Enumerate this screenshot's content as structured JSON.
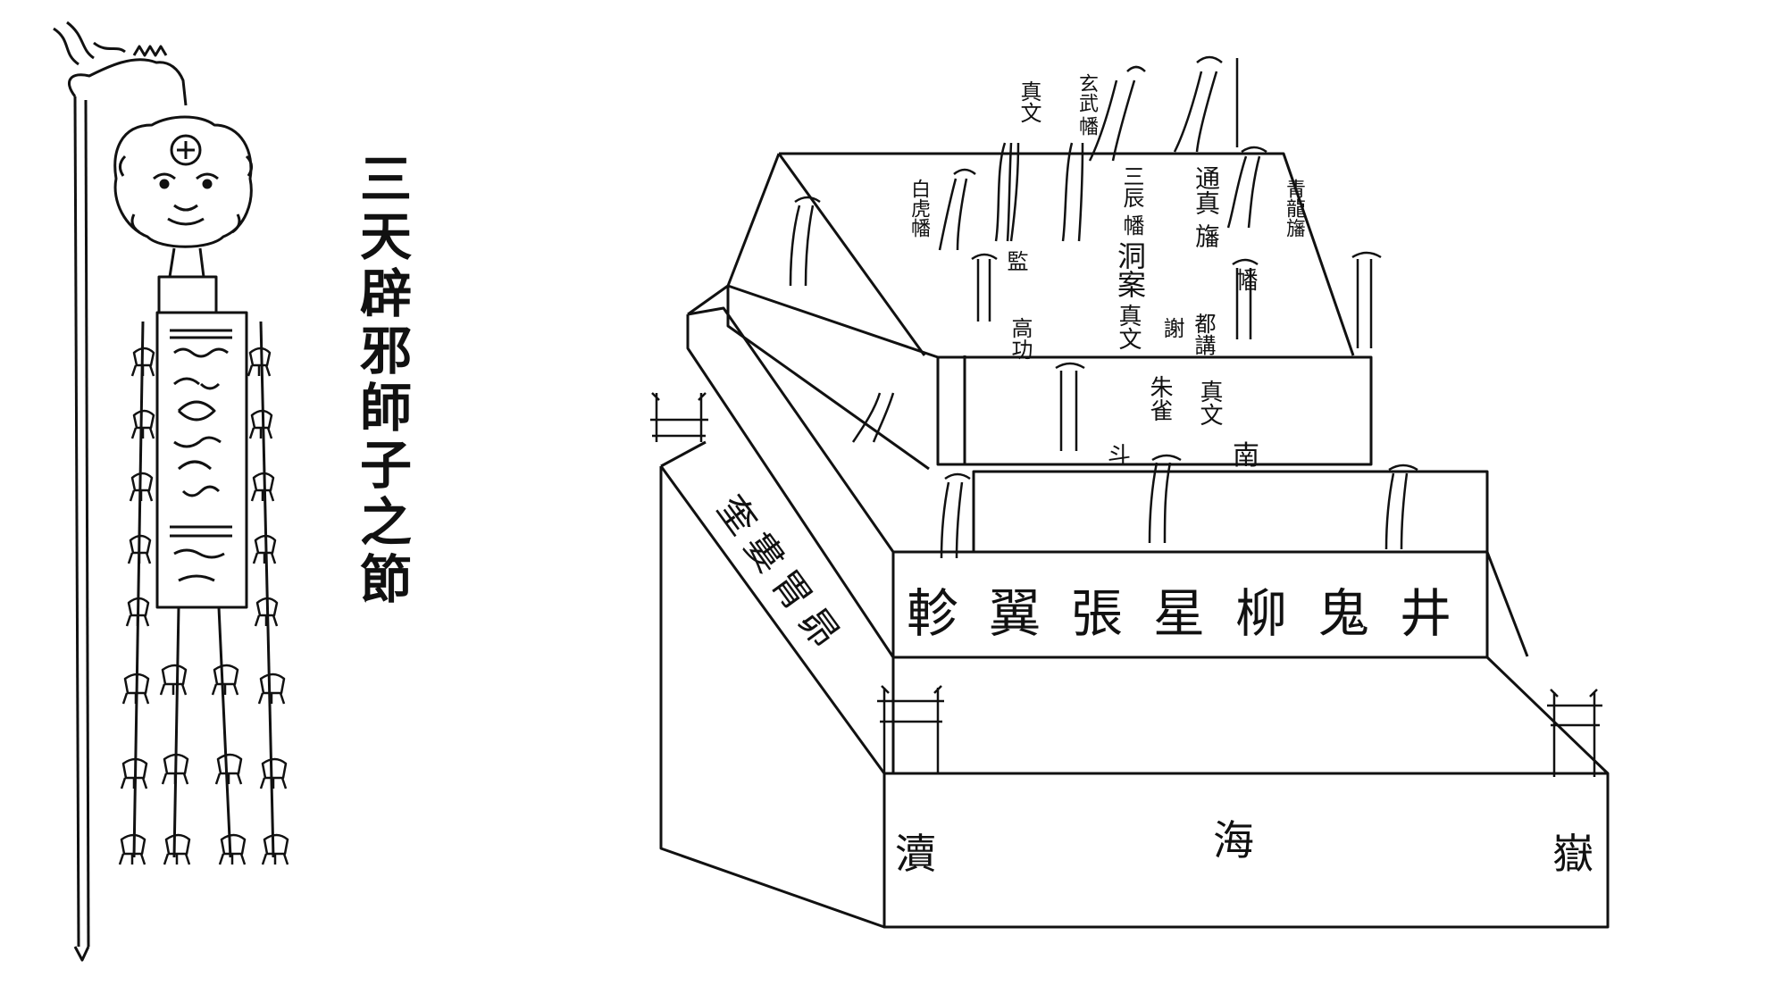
{
  "caption": "三天辟邪師子之節",
  "altar": {
    "lowest_tier": {
      "left": "瀆",
      "center": "海",
      "right": "嶽"
    },
    "middle_tier_front": "軫翼張星柳鬼井",
    "middle_tier_side": "奎婁胃昴",
    "upper_tier": {
      "zhuque": "朱雀",
      "zhenwen": "真文",
      "nan": "南",
      "dou": "斗"
    },
    "top_banners": [
      "真文",
      "玄武",
      "幡",
      "通真",
      "旛",
      "青龍旛",
      "白虎幡",
      "三辰",
      "幡",
      "洞案",
      "真文",
      "幡",
      "謝",
      "高功",
      "都講",
      "監"
    ]
  }
}
